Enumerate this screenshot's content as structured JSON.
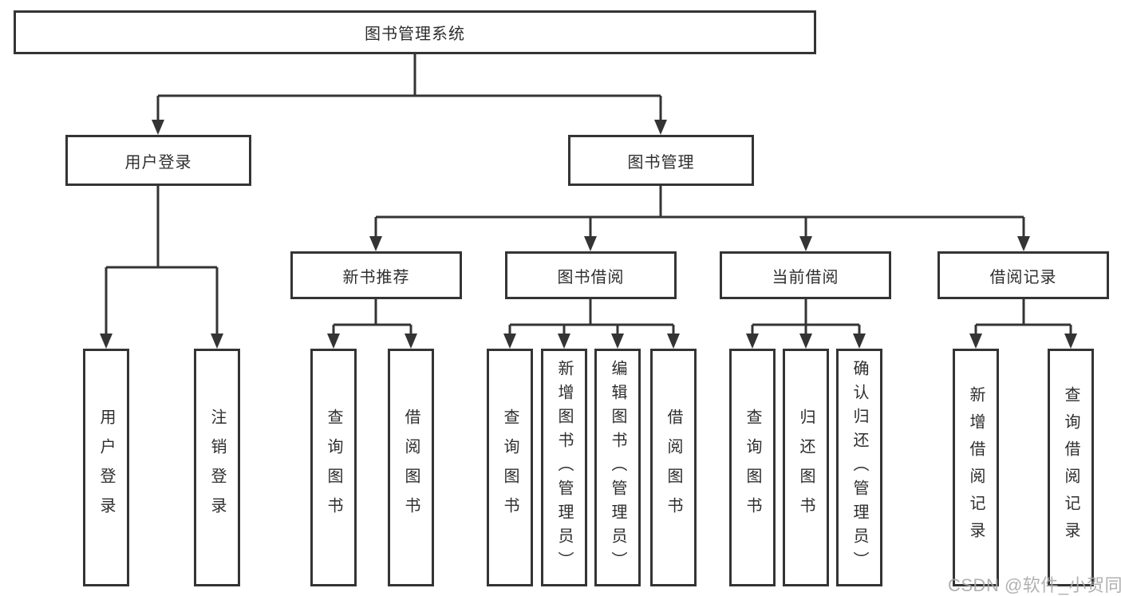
{
  "diagram": {
    "level1": {
      "label": "图书管理系统"
    },
    "level2": [
      {
        "label": "用户登录"
      },
      {
        "label": "图书管理"
      }
    ],
    "level3": [
      {
        "label": "新书推荐"
      },
      {
        "label": "图书借阅"
      },
      {
        "label": "当前借阅"
      },
      {
        "label": "借阅记录"
      }
    ],
    "level4": {
      "login": [
        "用户登录",
        "注销登录"
      ],
      "recommend": [
        "查询图书",
        "借阅图书"
      ],
      "borrow": [
        "查询图书",
        "新增图书（管理员）",
        "编辑图书（管理员）",
        "借阅图书"
      ],
      "current": [
        "查询图书",
        "归还图书",
        "确认归还（管理员）"
      ],
      "records": [
        "新增借阅记录",
        "查询借阅记录"
      ]
    }
  },
  "watermark": {
    "text": "CSDN @软件_小贺同学"
  },
  "colors": {
    "line": "#343434",
    "box_border": "#343434",
    "box_fill": "#ffffff",
    "text": "#2e2e2e",
    "watermark": "#a9a9a9"
  }
}
